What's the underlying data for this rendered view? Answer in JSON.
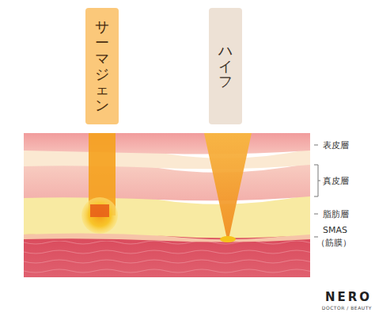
{
  "diagram": {
    "nodes": [
      {
        "text": [
          "サーマジェン"
        ]
      },
      {
        "text": [
          "ハイフ"
        ]
      }
    ],
    "labels": [
      "表皮層",
      "真皮層",
      "脂肪層",
      "SMAS",
      "（筋膜）",
      "NERO",
      "DOCTOR / BEAUTY"
    ]
  }
}
